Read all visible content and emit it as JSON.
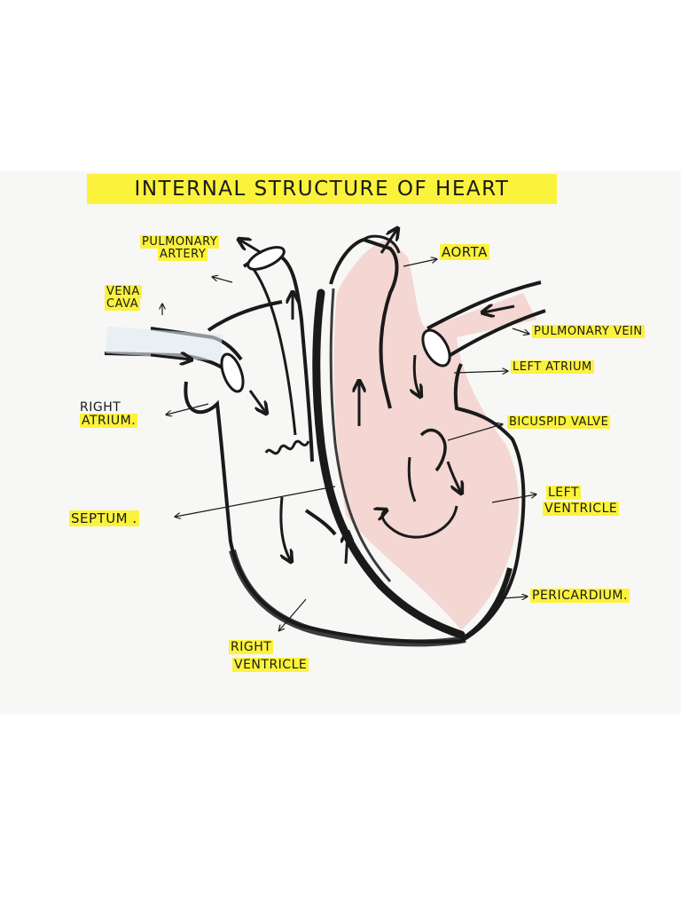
{
  "title": "INTERNAL STRUCTURE OF HEART",
  "labels": {
    "pulmonary_artery_1": "PULMONARY",
    "pulmonary_artery_2": "ARTERY",
    "vena_cava_1": "VENA",
    "vena_cava_2": "CAVA",
    "right_atrium_1": "RIGHT",
    "right_atrium_2": "ATRIUM.",
    "septum": "SEPTUM .",
    "right_ventricle_1": "RIGHT",
    "right_ventricle_2": "VENTRICLE",
    "aorta": "AORTA",
    "pulmonary_vein": "PULMONARY VEIN",
    "left_atrium": "LEFT ATRIUM",
    "bicuspid_valve": "BICUSPID VALVE",
    "left_ventricle_1": "LEFT",
    "left_ventricle_2": "VENTRICLE",
    "pericardium": "PERICARDIUM."
  },
  "colors": {
    "highlight": "#fbf23c",
    "ink": "#1a1a1a",
    "left_side_fill": "#f3d2cf",
    "vein_tint": "#dfeaf1"
  }
}
